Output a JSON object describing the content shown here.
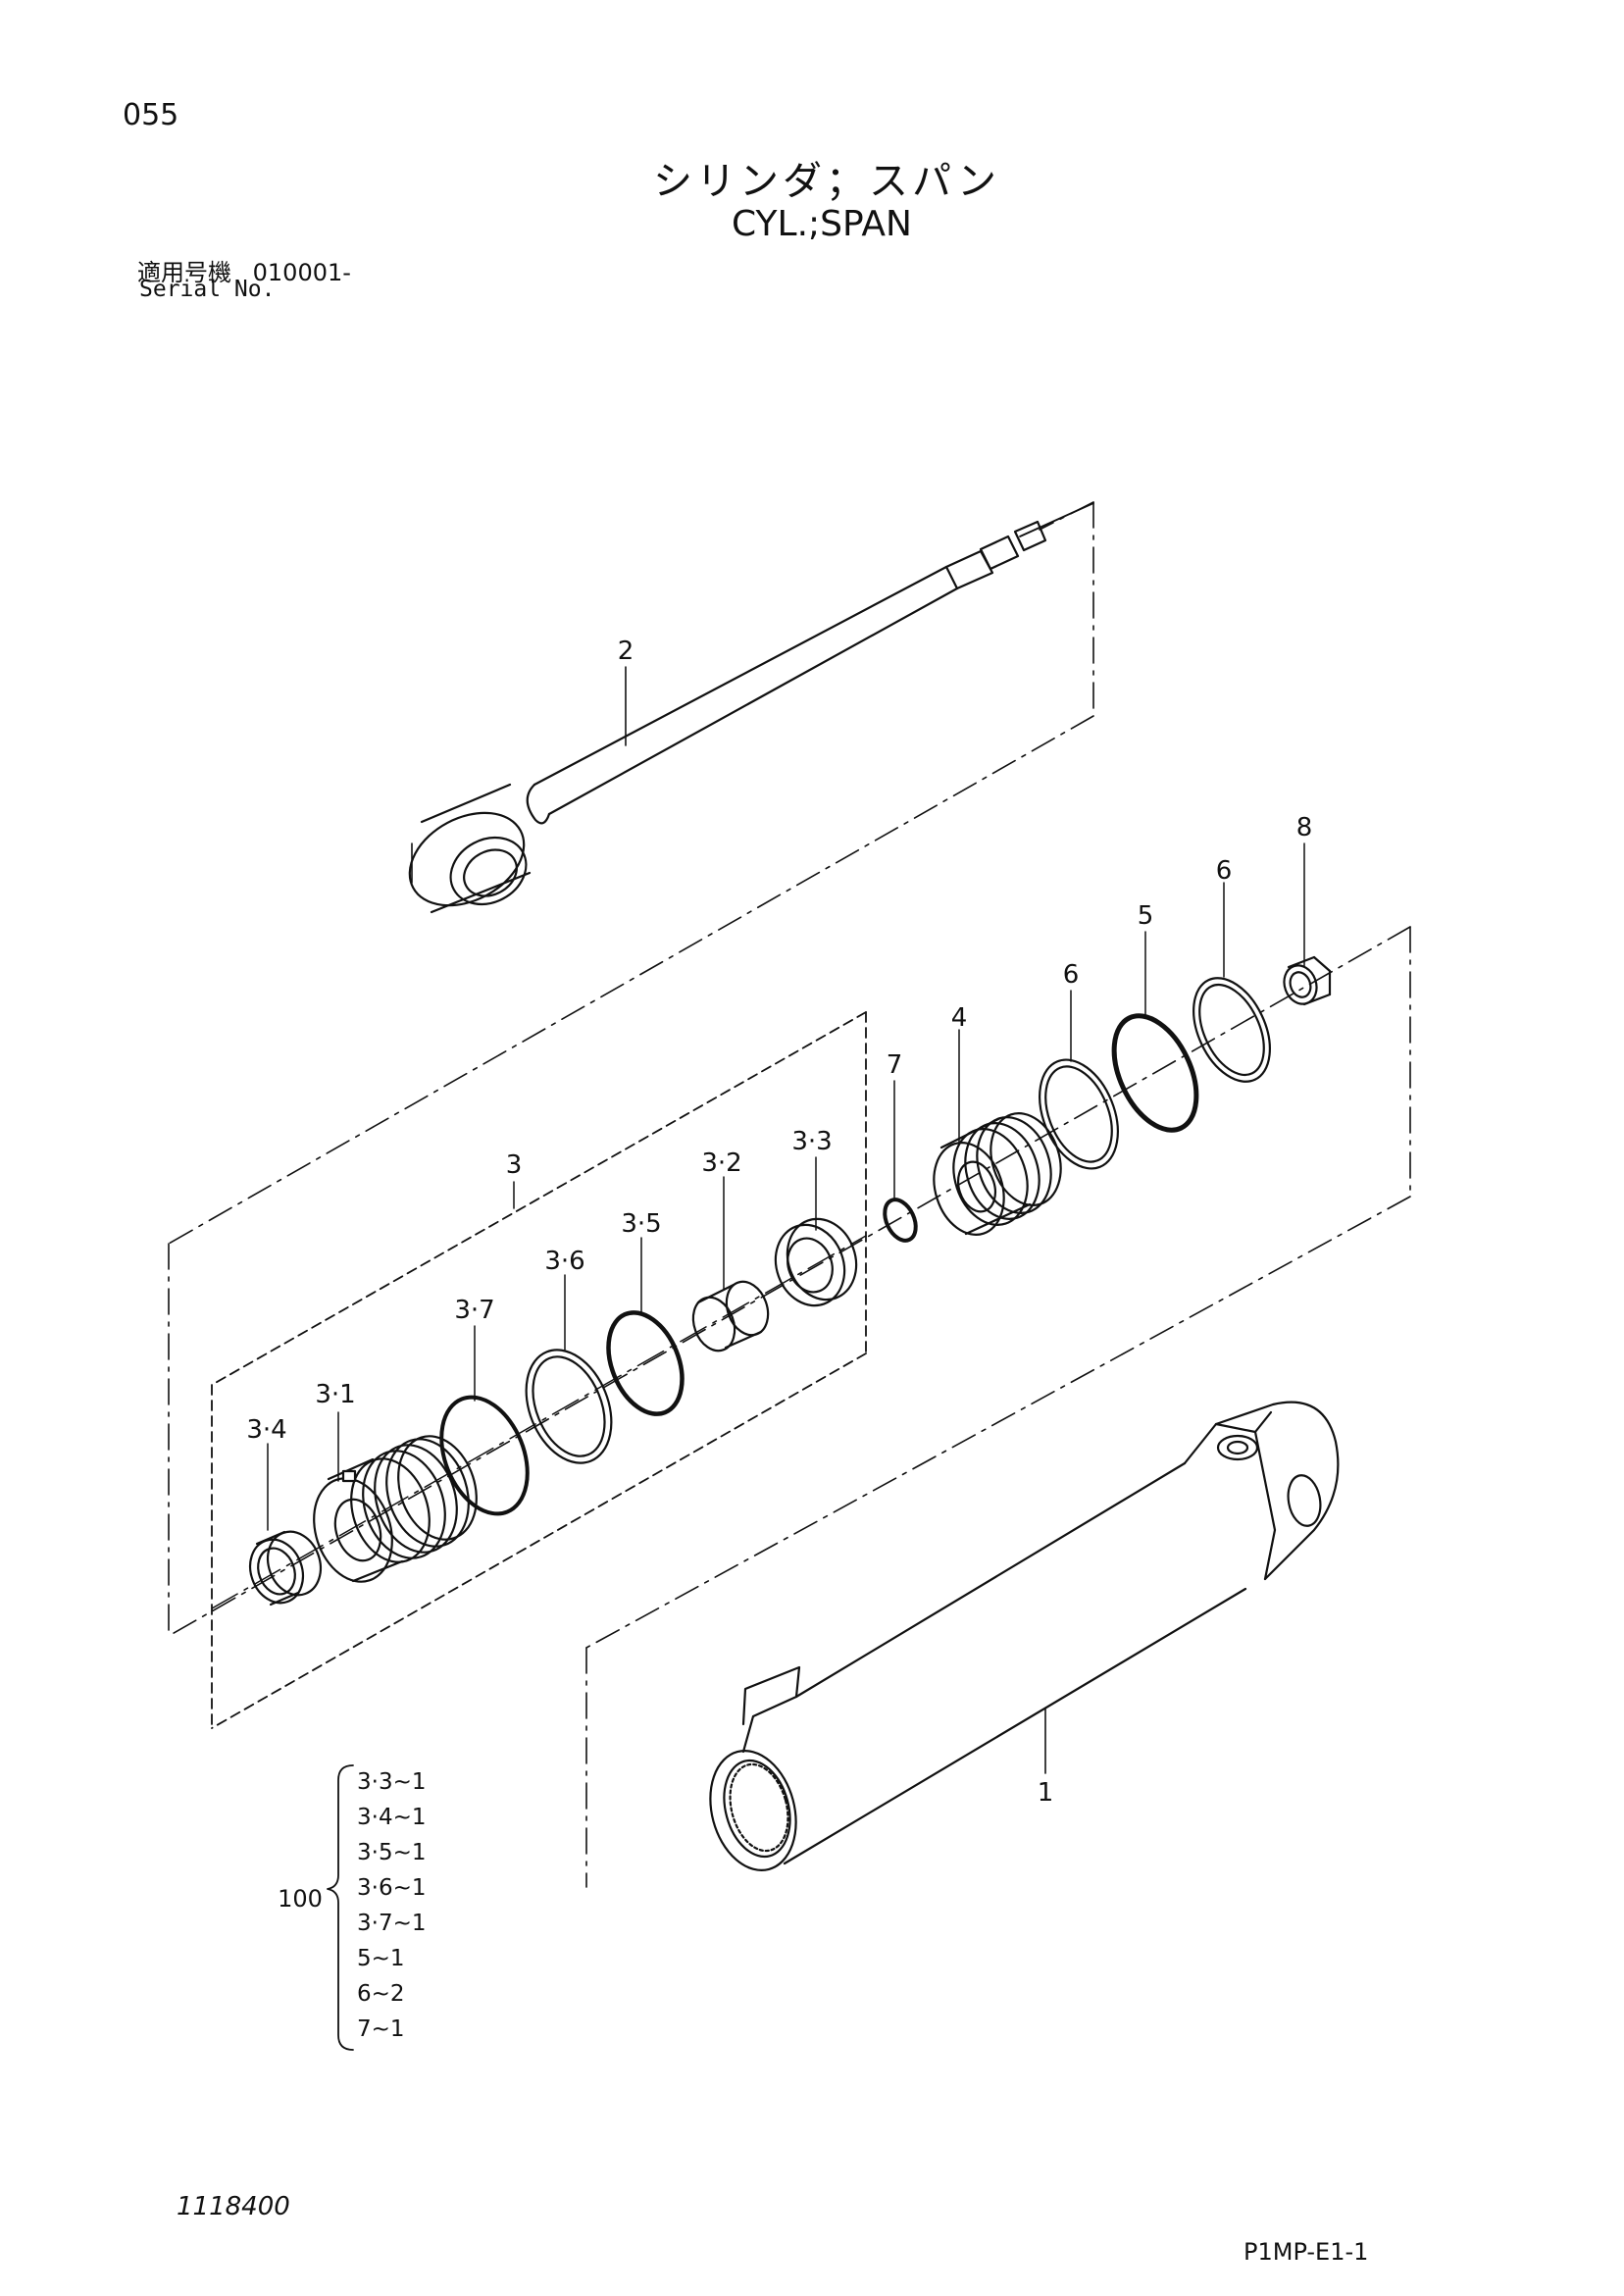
{
  "header": {
    "page_number": "055",
    "title_jp": "シリンダ；スパン",
    "title_en": "CYL.;SPAN",
    "serial_label_jp": "適用号機",
    "serial_value": "010001-",
    "serial_label_en": "Serial No."
  },
  "callouts": {
    "c1": "1",
    "c2": "2",
    "c3": "3",
    "c4": "4",
    "c5": "5",
    "c6a": "6",
    "c6b": "6",
    "c7": "7",
    "c8": "8",
    "c3_1": "3·1",
    "c3_2": "3·2",
    "c3_3": "3·3",
    "c3_4": "3·4",
    "c3_5": "3·5",
    "c3_6": "3·6",
    "c3_7": "3·7"
  },
  "kit": {
    "number": "100",
    "items": [
      "3·3~1",
      "3·4~1",
      "3·5~1",
      "3·6~1",
      "3·7~1",
      "5~1",
      "6~2",
      "7~1"
    ]
  },
  "footer": {
    "document_number": "1118400",
    "code": "P1MP-E1-1"
  }
}
